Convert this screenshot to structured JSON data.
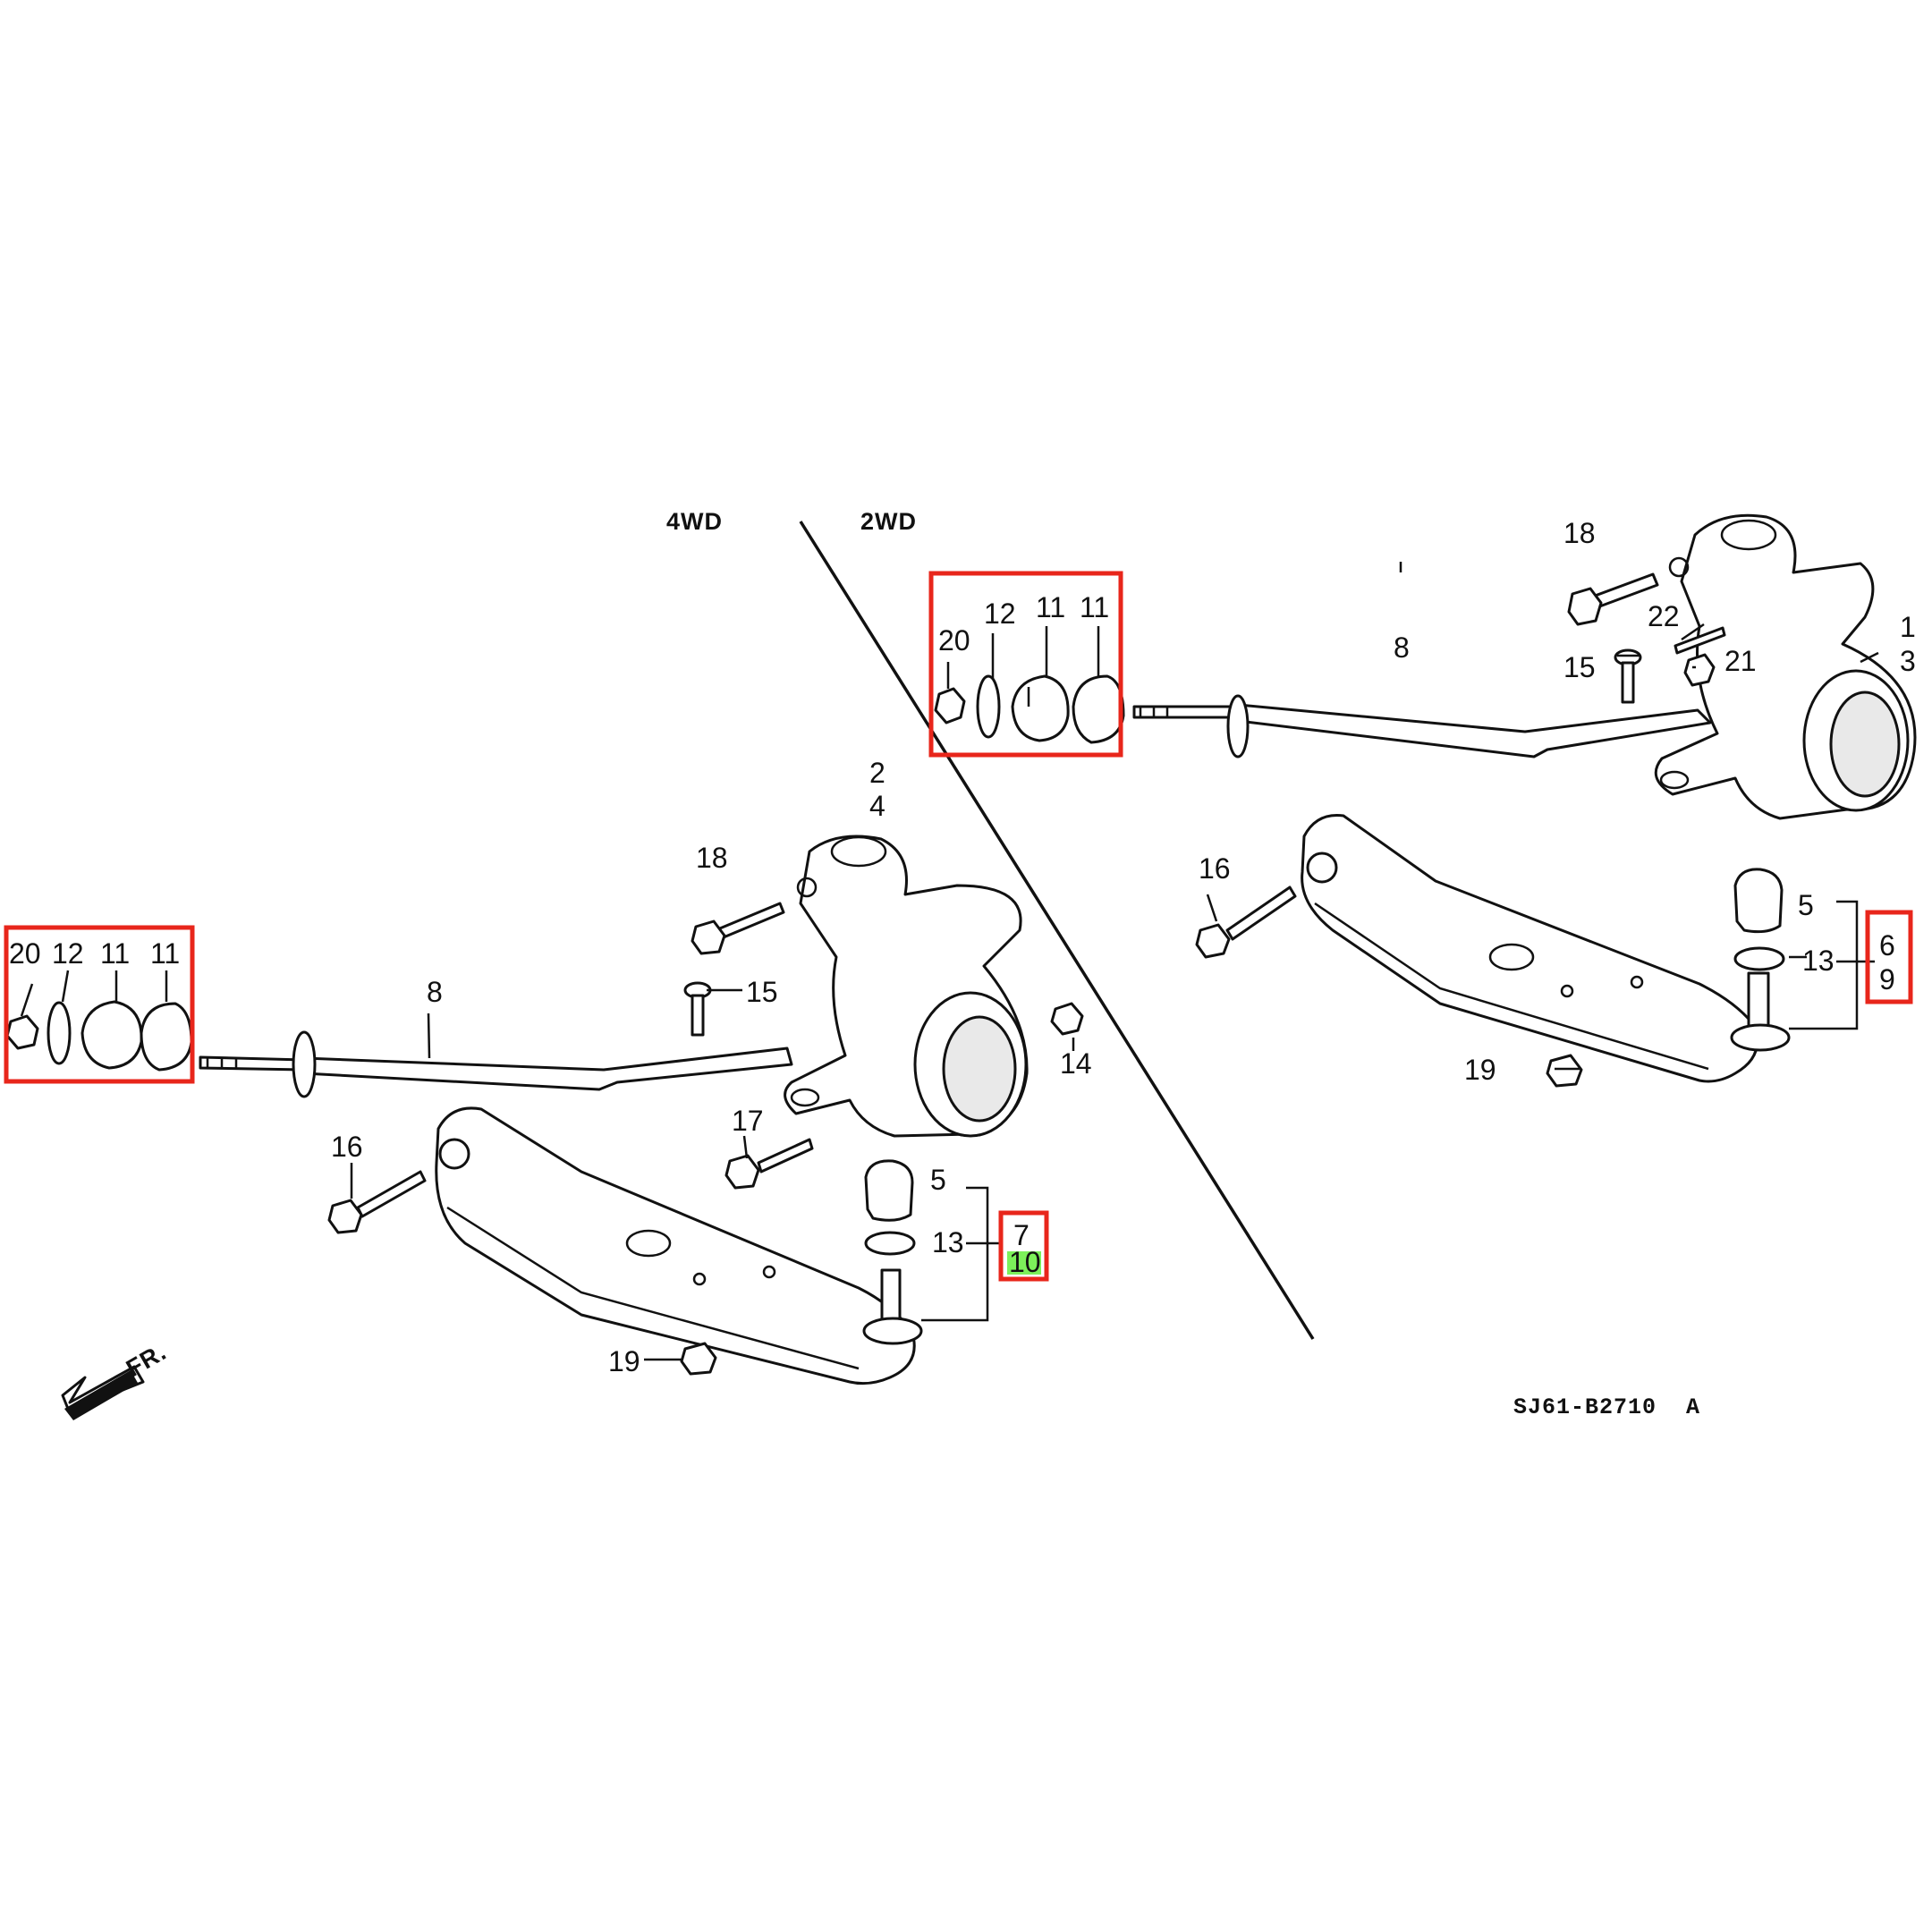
{
  "header_4wd": "4WD",
  "header_2wd": "2WD",
  "diagram_code": "SJ61-B2710",
  "diagram_code_suffix": "A",
  "front_arrow_label": "FR.",
  "highlight_color": "#e8261b",
  "highlight_green": "#7cf05a",
  "right_view": {
    "bushing_group": [
      "20",
      "12",
      "11",
      "11"
    ],
    "knuckle": [
      "1",
      "3"
    ],
    "bolt_18": "18",
    "pin_22": "22",
    "nut_21": "21",
    "bolt_15": "15",
    "bar_8": "8",
    "bolt_16": "16",
    "ball_joint": "5",
    "clip_13": "13",
    "assembly": [
      "6",
      "9"
    ],
    "nut_19": "19"
  },
  "left_view": {
    "bushing_group": [
      "20",
      "12",
      "11",
      "11"
    ],
    "knuckle": [
      "2",
      "4"
    ],
    "bolt_18": "18",
    "bolt_15": "15",
    "bar_8": "8",
    "nut_14": "14",
    "bolt_16": "16",
    "bolt_17": "17",
    "ball_joint": "5",
    "clip_13": "13",
    "assembly": [
      "7",
      "10"
    ],
    "nut_19": "19"
  }
}
